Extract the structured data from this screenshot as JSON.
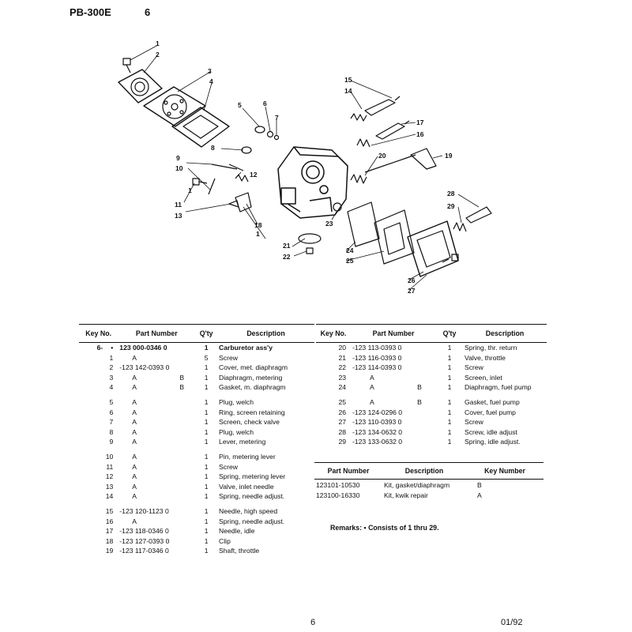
{
  "header": {
    "model": "PB-300E",
    "page": "6"
  },
  "callouts": [
    "1",
    "2",
    "3",
    "4",
    "5",
    "6",
    "7",
    "8",
    "9",
    "10",
    "11",
    "12",
    "13",
    "14",
    "15",
    "16",
    "17",
    "18",
    "19",
    "20",
    "21",
    "22",
    "23",
    "24",
    "25",
    "26",
    "27",
    "28",
    "29"
  ],
  "table_headers": {
    "key_no": "Key No.",
    "part_number": "Part Number",
    "qty": "Q'ty",
    "description": "Description"
  },
  "parts_left": [
    {
      "key": "6-",
      "mark": "•",
      "pn": "123 000-0346 0",
      "a": "",
      "b": "",
      "qty": "1",
      "desc": "Carburetor ass'y",
      "bold": true
    },
    {
      "key": "1",
      "mark": "",
      "pn": "",
      "a": "A",
      "b": "",
      "qty": "5",
      "desc": "Screw"
    },
    {
      "key": "2",
      "mark": "",
      "pn": "-123 142-0393 0",
      "a": "",
      "b": "",
      "qty": "1",
      "desc": "Cover, met. diaphragm"
    },
    {
      "key": "3",
      "mark": "",
      "pn": "",
      "a": "A",
      "b": "B",
      "qty": "1",
      "desc": "Diaphragm, metering"
    },
    {
      "key": "4",
      "mark": "",
      "pn": "",
      "a": "A",
      "b": "B",
      "qty": "1",
      "desc": "Gasket, m. diaphragm"
    },
    {
      "gap": true
    },
    {
      "key": "5",
      "mark": "",
      "pn": "",
      "a": "A",
      "b": "",
      "qty": "1",
      "desc": "Plug, welch"
    },
    {
      "key": "6",
      "mark": "",
      "pn": "",
      "a": "A",
      "b": "",
      "qty": "1",
      "desc": "Ring, screen retaining"
    },
    {
      "key": "7",
      "mark": "",
      "pn": "",
      "a": "A",
      "b": "",
      "qty": "1",
      "desc": "Screen, check valve"
    },
    {
      "key": "8",
      "mark": "",
      "pn": "",
      "a": "A",
      "b": "",
      "qty": "1",
      "desc": "Plug, welch"
    },
    {
      "key": "9",
      "mark": "",
      "pn": "",
      "a": "A",
      "b": "",
      "qty": "1",
      "desc": "Lever, metering"
    },
    {
      "gap": true
    },
    {
      "key": "10",
      "mark": "",
      "pn": "",
      "a": "A",
      "b": "",
      "qty": "1",
      "desc": "Pin, metering lever"
    },
    {
      "key": "11",
      "mark": "",
      "pn": "",
      "a": "A",
      "b": "",
      "qty": "1",
      "desc": "Screw"
    },
    {
      "key": "12",
      "mark": "",
      "pn": "",
      "a": "A",
      "b": "",
      "qty": "1",
      "desc": "Spring, metering lever"
    },
    {
      "key": "13",
      "mark": "",
      "pn": "",
      "a": "A",
      "b": "",
      "qty": "1",
      "desc": "Valve, inlet needle"
    },
    {
      "key": "14",
      "mark": "",
      "pn": "",
      "a": "A",
      "b": "",
      "qty": "1",
      "desc": "Spring, needle adjust."
    },
    {
      "gap": true
    },
    {
      "key": "15",
      "mark": "",
      "pn": "-123 120-1123 0",
      "a": "",
      "b": "",
      "qty": "1",
      "desc": "Needle, high speed"
    },
    {
      "key": "16",
      "mark": "",
      "pn": "",
      "a": "A",
      "b": "",
      "qty": "1",
      "desc": "Spring, needle adjust."
    },
    {
      "key": "17",
      "mark": "",
      "pn": "-123 118-0346 0",
      "a": "",
      "b": "",
      "qty": "1",
      "desc": "Needle, idle"
    },
    {
      "key": "18",
      "mark": "",
      "pn": "-123 127-0393 0",
      "a": "",
      "b": "",
      "qty": "1",
      "desc": "Clip"
    },
    {
      "key": "19",
      "mark": "",
      "pn": "-123 117-0346 0",
      "a": "",
      "b": "",
      "qty": "1",
      "desc": "Shaft, throttle"
    }
  ],
  "parts_right": [
    {
      "key": "20",
      "pn": "-123 113-0393 0",
      "a": "",
      "b": "",
      "qty": "1",
      "desc": "Spring, thr. return"
    },
    {
      "key": "21",
      "pn": "-123 116-0393 0",
      "a": "",
      "b": "",
      "qty": "1",
      "desc": "Valve, throttle"
    },
    {
      "key": "22",
      "pn": "-123 114-0393 0",
      "a": "",
      "b": "",
      "qty": "1",
      "desc": "Screw"
    },
    {
      "key": "23",
      "pn": "",
      "a": "A",
      "b": "",
      "qty": "1",
      "desc": "Screen, inlet"
    },
    {
      "key": "24",
      "pn": "",
      "a": "A",
      "b": "B",
      "qty": "1",
      "desc": "Diaphragm, fuel pump"
    },
    {
      "gap": true
    },
    {
      "key": "25",
      "pn": "",
      "a": "A",
      "b": "B",
      "qty": "1",
      "desc": "Gasket, fuel pump"
    },
    {
      "key": "26",
      "pn": "-123 124-0296 0",
      "a": "",
      "b": "",
      "qty": "1",
      "desc": "Cover, fuel pump"
    },
    {
      "key": "27",
      "pn": "-123 110-0393 0",
      "a": "",
      "b": "",
      "qty": "1",
      "desc": "Screw"
    },
    {
      "key": "28",
      "pn": "-123 134-0632 0",
      "a": "",
      "b": "",
      "qty": "1",
      "desc": "Screw, idle adjust"
    },
    {
      "key": "29",
      "pn": "-123 133-0632 0",
      "a": "",
      "b": "",
      "qty": "1",
      "desc": "Spring, idle adjust."
    }
  ],
  "kits": {
    "headers": {
      "part_number": "Part Number",
      "description": "Description",
      "key_number": "Key Number"
    },
    "rows": [
      {
        "pn": "123101-10530",
        "desc": "Kit, gasket/diaphragm",
        "key": "B"
      },
      {
        "pn": "123100-16330",
        "desc": "Kit, kwik repair",
        "key": "A"
      }
    ]
  },
  "remarks": "Remarks:  • Consists of 1 thru 29.",
  "footer": {
    "page": "6",
    "date": "01/92"
  }
}
